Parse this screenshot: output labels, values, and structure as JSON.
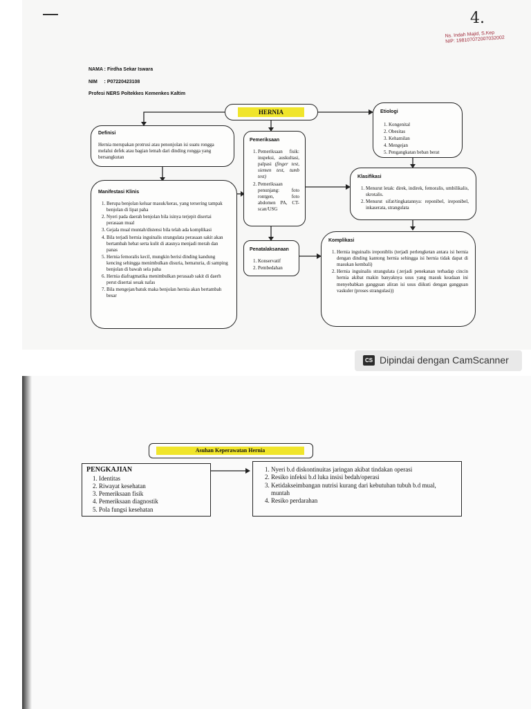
{
  "page_number": "4.",
  "stamp": {
    "line1": "Ns. Indah Majid, S.Kep",
    "line2": "NIP: 198107072007032002"
  },
  "header": {
    "nama": "NAMA : Firdha Sekar Iswara",
    "nim": "NIM     : P07220423108",
    "profesi": "Profesi NERS Poltekkes Kemenkes Kaltim"
  },
  "concept_map": {
    "center": "HERNIA",
    "definisi": {
      "title": "Definisi",
      "text": "Hernia merupakan protrusi atau penonjolan isi suatu rongga melalui defek atau bagian lemah dari dinding rongga yang bersangkutan"
    },
    "manifestasi": {
      "title": "Manifestasi Klinis",
      "items": [
        "Berupa benjolan keluar masuk/keras, yang tersering tampak benjolan di lipat paha",
        "Nyeri pada daerah benjolan bila isinya terjepit disertai perasaan mual",
        "Gejala mual muntah/distensi bila telah ada komplikasi",
        "Bila terjadi hernia inguinalis strangulata perasaan sakit akan bertambah hebat serta kulit di atasnya menjadi merah dan panas",
        "Hernia femoralis kecil, mungkin berisi dinding kandung kencing sehingga menimbulkan disuria, hematuria, di samping benjolan di bawah sela paha",
        "Hernia diafragmatika menimbulkan perasaab sakit di daerh perut disertai sesak nafas",
        "Bila mengejan/batuk maka benjolan hernia akan bertambah besar"
      ]
    },
    "pemeriksaan": {
      "title": "Pemeriksaan",
      "item1_prefix": "Pemeriksaan fisik: inspeksi, auskultasi, palpasi",
      "item1_italic": "(finger test, siemen test, tumb test)",
      "item2": "Pemeriksaan penunjang: foto rontgen, foto abdomen PA, CT-scan/USG"
    },
    "penatalaksanaan": {
      "title": "Penatalaksanaan",
      "items": [
        "Konservatif",
        "Pembedahan"
      ]
    },
    "etiologi": {
      "title": "Etiologi",
      "items": [
        "Kongenital",
        "Obesitas",
        "Kehamilan",
        "Mengejan",
        "Pengangkatan beban berat"
      ]
    },
    "klasifikasi": {
      "title": "Klasifikasi",
      "items": [
        "Menurut letak: direk, indirek, femoralis, umbilikalis, skrotalis.",
        "Menurut sifat/tingkatannya: reponibel, ireponibel, inkaserata, strangulata"
      ]
    },
    "komplikasi": {
      "title": "Komplikasi",
      "items": [
        "Hernia inguinalis ireponiblis (terjadi perlengketan antara isi hernia dengan dinding kantong hernia sehingga isi hernia tidak dapat di masukan kembali)",
        "Hernia inguinalis strangulata (.terjadi penekanan terhadap cincin hernia akibat makin banyaknya usus yang masuk keadaan ini menyebabkan gangguan aliran isi usus diikuti dengan gangguan vaskuler (proses strangulasi))"
      ]
    }
  },
  "camscanner": {
    "logo": "CS",
    "text": "Dipindai dengan CamScanner"
  },
  "asuhan": {
    "title": "Asuhan Keperawatan Hernia",
    "pengkajian": {
      "title": "PENGKAJIAN",
      "items": [
        "Identitas",
        "Riwayat kesehatan",
        "Pemeriksaan fisik",
        "Pemeriksaan diagnostik",
        "Pola fungsi kesehatan"
      ]
    },
    "diagnosa": [
      "Nyeri b.d diskontinuitas jaringan akibat tindakan operasi",
      "Resiko infeksi b.d luka insisi bedah/operasi",
      "Ketidakseimbangan nutrisi kurang dari kebutuhan tubuh b.d mual, muntah",
      "Resiko perdarahan"
    ]
  }
}
